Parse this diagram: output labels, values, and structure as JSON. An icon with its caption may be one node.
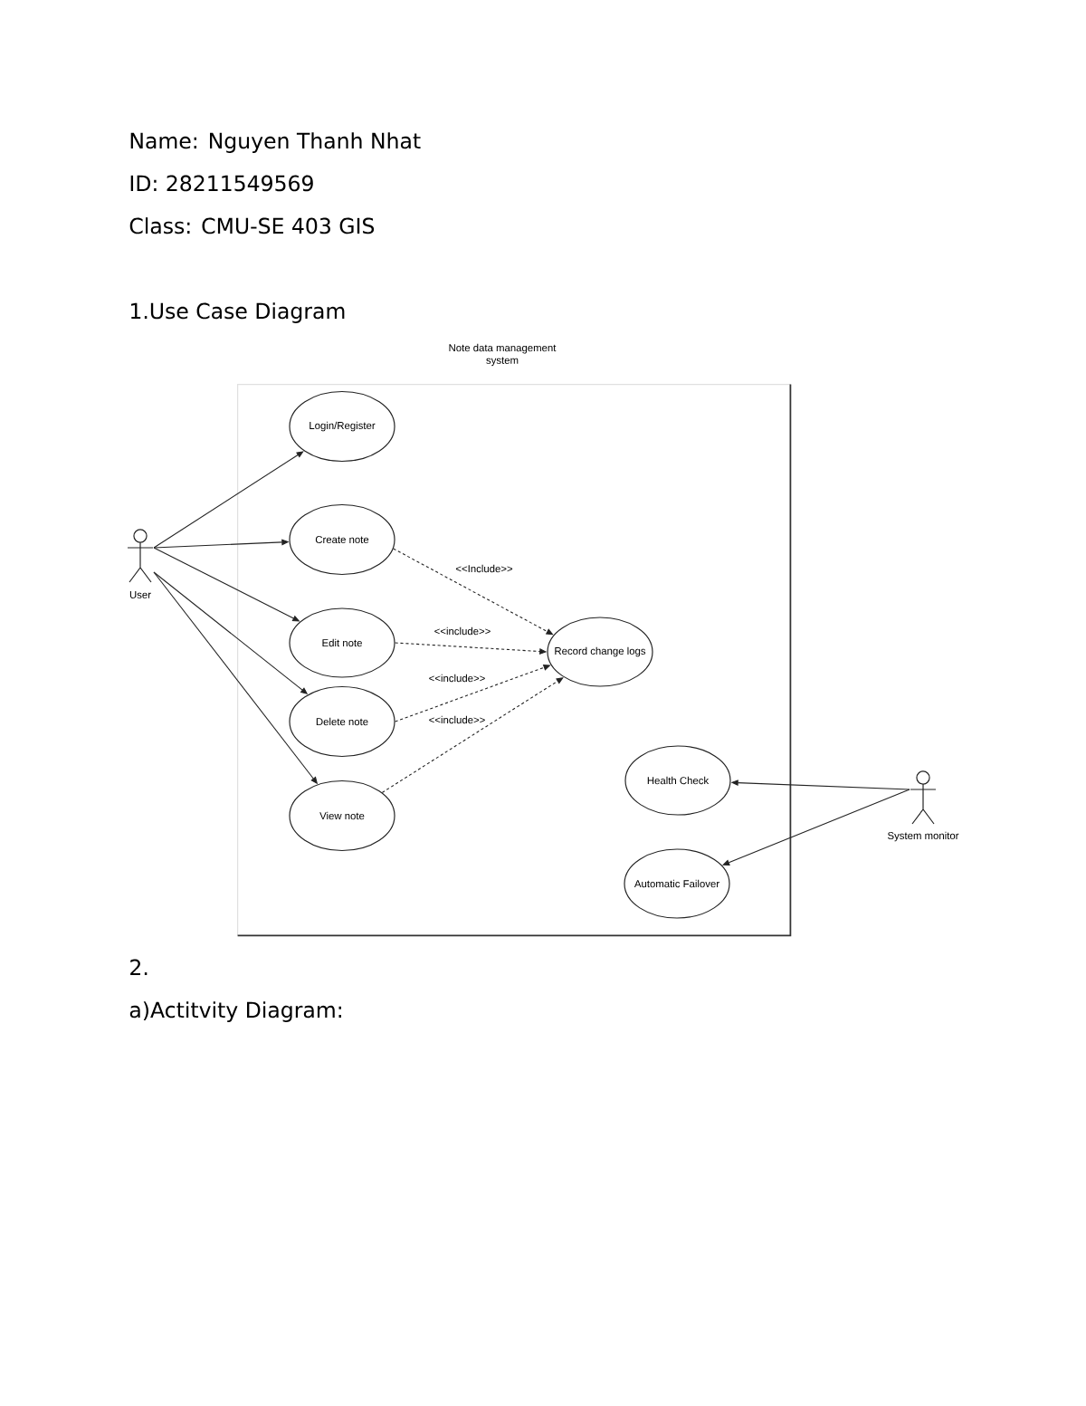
{
  "diagram": {
    "nodes": [
      {
        "text": [
          "Note data management system"
        ]
      },
      {
        "text": [
          "User"
        ]
      },
      {
        "text": [
          "Login/Register"
        ],
        "in": 0
      },
      {
        "text": [
          "Create note"
        ],
        "in": 0
      },
      {
        "text": [
          "Edit note"
        ],
        "in": 0
      },
      {
        "text": [
          "Delete note"
        ],
        "in": 0
      },
      {
        "text": [
          "View note"
        ],
        "in": 0
      },
      {
        "text": [
          "Record change logs"
        ],
        "in": 0
      },
      {
        "text": [
          "Health Check"
        ],
        "in": 0
      },
      {
        "text": [
          "Automatic Failover"
        ],
        "in": 0
      },
      {
        "text": [
          "System monitor"
        ]
      }
    ],
    "edges": [
      {
        "from": 1,
        "to": 2,
        "arrow": "to"
      },
      {
        "from": 1,
        "to": 3,
        "arrow": "to"
      },
      {
        "from": 1,
        "to": 4,
        "arrow": "to"
      },
      {
        "from": 1,
        "to": 5,
        "arrow": "to"
      },
      {
        "from": 1,
        "to": 6,
        "arrow": "to"
      },
      {
        "from": 3,
        "to": 7,
        "arrow": "to",
        "label": "<<Include>>",
        "style": "dashed"
      },
      {
        "from": 4,
        "to": 7,
        "arrow": "to",
        "label": "<<include>>",
        "style": "dashed"
      },
      {
        "from": 5,
        "to": 7,
        "arrow": "to",
        "label": "<<include>>",
        "style": "dashed"
      },
      {
        "from": 6,
        "to": 7,
        "arrow": "to",
        "label": "<<include>>",
        "style": "dashed"
      },
      {
        "from": 10,
        "to": 8,
        "arrow": "to"
      },
      {
        "from": 10,
        "to": 9,
        "arrow": "to"
      }
    ],
    "labels": [
      "Name: Nguyen Thanh Nhat",
      "ID: 28211549569",
      "Class: CMU-SE 403 GIS",
      "1.Use Case Diagram",
      "2.",
      "a)Actitvity Diagram:"
    ]
  }
}
